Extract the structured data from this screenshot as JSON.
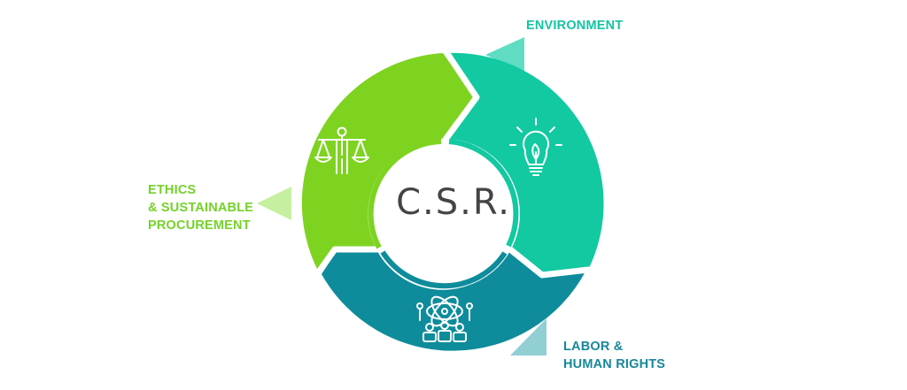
{
  "center": {
    "text": "C.S.R."
  },
  "segments": [
    {
      "id": "environment",
      "lines": [
        "ENVIRONMENT"
      ],
      "color": "#12C9A1",
      "label_color": "#15C4A4",
      "arrow_color": "#60DCC3",
      "icon": "lightbulb-leaf-icon"
    },
    {
      "id": "ethics",
      "lines": [
        "ETHICS",
        "& SUSTAINABLE",
        "PROCUREMENT"
      ],
      "color": "#7ED320",
      "label_color": "#74D22A",
      "arrow_color": "#C6F0A0",
      "icon": "scales-person-icon"
    },
    {
      "id": "labor",
      "lines": [
        "LABOR &",
        "HUMAN RIGHTS"
      ],
      "color": "#0E8C9B",
      "label_color": "#17889A",
      "arrow_color": "#92CFD5",
      "icon": "people-network-icon"
    }
  ],
  "colors": {
    "center_fill": "#ffffff",
    "center_text": "#444444",
    "icon_stroke": "#ffffff"
  }
}
